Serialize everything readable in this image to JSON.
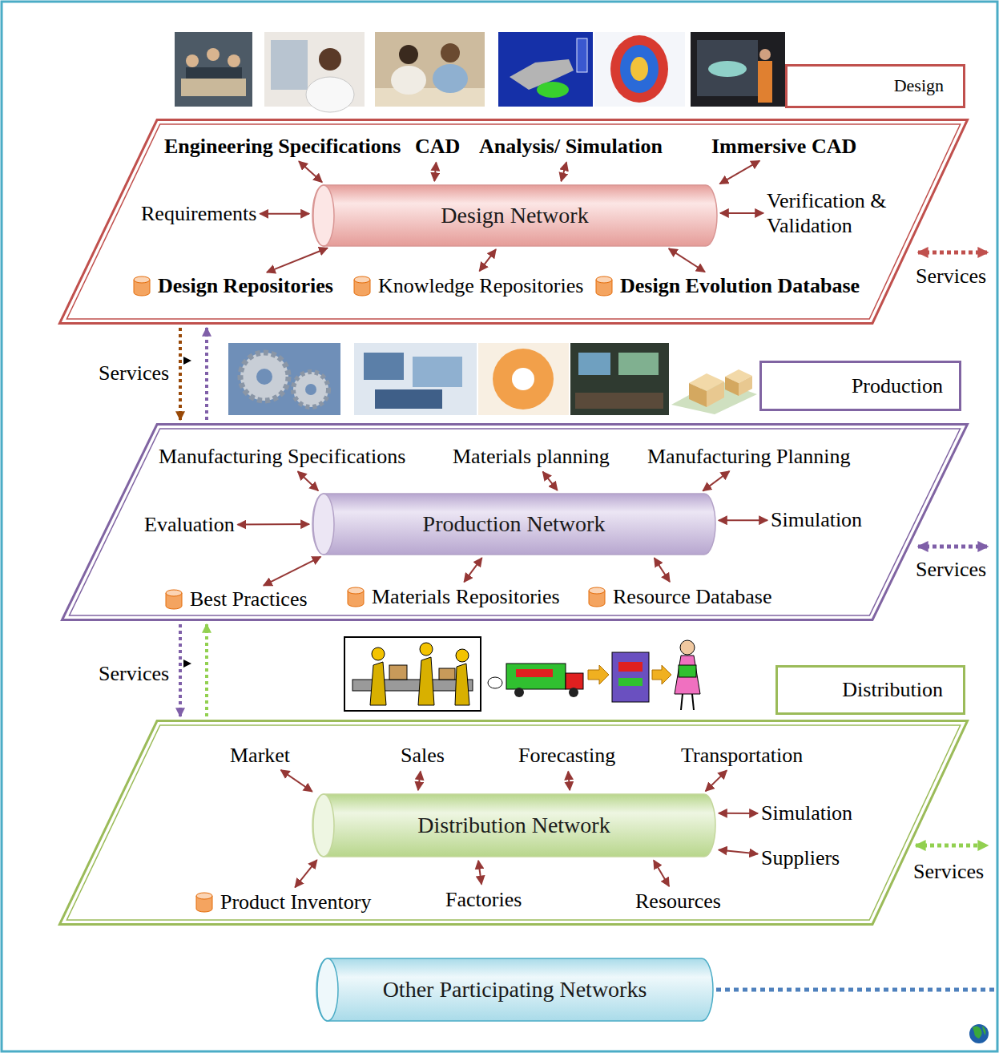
{
  "diagram": {
    "nodes": [
      {
        "text": [
          "Design"
        ]
      },
      {
        "text": [
          "Engineering Specifications"
        ],
        "in": 0
      },
      {
        "text": [
          "CAD"
        ],
        "in": 0
      },
      {
        "text": [
          "Analysis/ Simulation"
        ],
        "in": 0
      },
      {
        "text": [
          "Immersive CAD"
        ],
        "in": 0
      },
      {
        "text": [
          "Requirements"
        ],
        "in": 0
      },
      {
        "text": [
          "Design Network"
        ],
        "in": 0
      },
      {
        "text": [
          "Verification & Validation"
        ],
        "in": 0
      },
      {
        "text": [
          "Design Repositories"
        ],
        "in": 0
      },
      {
        "text": [
          "Knowledge Repositories"
        ],
        "in": 0
      },
      {
        "text": [
          "Design Evolution Database"
        ],
        "in": 0
      },
      {
        "text": [
          "Production"
        ]
      },
      {
        "text": [
          "Manufacturing Specifications"
        ],
        "in": 11
      },
      {
        "text": [
          "Materials planning"
        ],
        "in": 11
      },
      {
        "text": [
          "Manufacturing Planning"
        ],
        "in": 11
      },
      {
        "text": [
          "Evaluation"
        ],
        "in": 11
      },
      {
        "text": [
          "Production Network"
        ],
        "in": 11
      },
      {
        "text": [
          "Simulation"
        ],
        "in": 11
      },
      {
        "text": [
          "Best Practices"
        ],
        "in": 11
      },
      {
        "text": [
          "Materials Repositories"
        ],
        "in": 11
      },
      {
        "text": [
          "Resource Database"
        ],
        "in": 11
      },
      {
        "text": [
          "Distribution"
        ]
      },
      {
        "text": [
          "Market"
        ],
        "in": 21
      },
      {
        "text": [
          "Sales"
        ],
        "in": 21
      },
      {
        "text": [
          "Forecasting"
        ],
        "in": 21
      },
      {
        "text": [
          "Transportation"
        ],
        "in": 21
      },
      {
        "text": [
          "Distribution Network"
        ],
        "in": 21
      },
      {
        "text": [
          "Simulation"
        ],
        "in": 21
      },
      {
        "text": [
          "Suppliers"
        ],
        "in": 21
      },
      {
        "text": [
          "Product Inventory"
        ],
        "in": 21
      },
      {
        "text": [
          "Factories"
        ],
        "in": 21
      },
      {
        "text": [
          "Resources"
        ],
        "in": 21
      },
      {
        "text": [
          "Other Participating Networks"
        ]
      }
    ],
    "edges": [
      {
        "from": 1,
        "to": 6,
        "arrow": "both"
      },
      {
        "from": 2,
        "to": 6,
        "arrow": "both"
      },
      {
        "from": 3,
        "to": 6,
        "arrow": "both"
      },
      {
        "from": 4,
        "to": 6,
        "arrow": "both"
      },
      {
        "from": 5,
        "to": 6,
        "arrow": "both"
      },
      {
        "from": 7,
        "to": 6,
        "arrow": "both"
      },
      {
        "from": 8,
        "to": 6,
        "arrow": "both"
      },
      {
        "from": 9,
        "to": 6,
        "arrow": "both"
      },
      {
        "from": 10,
        "to": 6,
        "arrow": "both"
      },
      {
        "from": 12,
        "to": 16,
        "arrow": "both"
      },
      {
        "from": 13,
        "to": 16,
        "arrow": "both"
      },
      {
        "from": 14,
        "to": 16,
        "arrow": "both"
      },
      {
        "from": 15,
        "to": 16,
        "arrow": "both"
      },
      {
        "from": 17,
        "to": 16,
        "arrow": "both"
      },
      {
        "from": 18,
        "to": 16,
        "arrow": "both"
      },
      {
        "from": 19,
        "to": 16,
        "arrow": "both"
      },
      {
        "from": 20,
        "to": 16,
        "arrow": "both"
      },
      {
        "from": 22,
        "to": 26,
        "arrow": "both"
      },
      {
        "from": 23,
        "to": 26,
        "arrow": "both"
      },
      {
        "from": 24,
        "to": 26,
        "arrow": "both"
      },
      {
        "from": 25,
        "to": 26,
        "arrow": "both"
      },
      {
        "from": 27,
        "to": 26,
        "arrow": "both"
      },
      {
        "from": 28,
        "to": 26,
        "arrow": "both"
      },
      {
        "from": 29,
        "to": 26,
        "arrow": "both"
      },
      {
        "from": 30,
        "to": 26,
        "arrow": "both"
      },
      {
        "from": 31,
        "to": 26,
        "arrow": "both"
      },
      {
        "from": 0,
        "to": 11,
        "label": "Services",
        "arrow": "to"
      },
      {
        "from": 11,
        "to": 0,
        "arrow": "to"
      },
      {
        "from": 11,
        "to": 21,
        "label": "Services",
        "arrow": "to"
      },
      {
        "from": 21,
        "to": 11,
        "arrow": "to"
      }
    ],
    "labels": [
      "Services",
      "Services",
      "Services"
    ]
  }
}
